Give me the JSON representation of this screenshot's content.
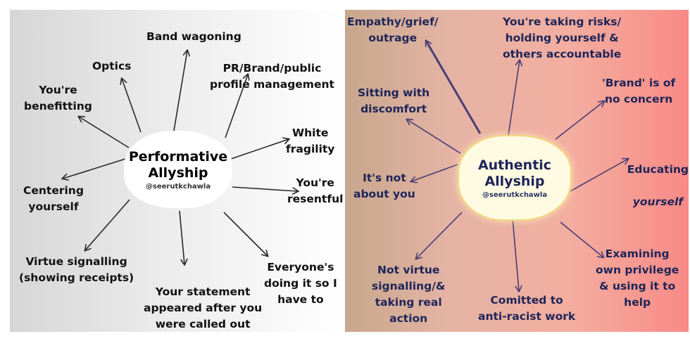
{
  "colors": {
    "left_arrow": "#2a2a2a",
    "right_arrow": "#4a3d75",
    "right_text": "#1e2559",
    "left_text": "#111111"
  },
  "left": {
    "hub_title_line1": "Performative",
    "hub_title_line2": "Allyship",
    "handle": "@seerutkchawla",
    "labels": {
      "band_wagoning": "Band wagoning",
      "optics": "Optics",
      "pr_brand": "PR/Brand/public\nprofile management",
      "benefitting": "You're\nbenefitting",
      "white_fragility": "White\nfragility",
      "resentful": "You're\nresentful",
      "centering": "Centering\nyourself",
      "virtue_signalling": "Virtue signalling\n(showing receipts)",
      "statement": "Your statement\nappeared after you\nwere called out",
      "everyone": "Everyone's\ndoing it so I\nhave to"
    }
  },
  "right": {
    "hub_title_line1": "Authentic",
    "hub_title_line2": "Allyship",
    "handle": "@seerutkchawla",
    "labels": {
      "empathy": "Empathy/grief/\noutrage",
      "risks": "You're taking risks/\nholding yourself &\nothers accountable",
      "brand_no_concern": "'Brand' is of\nno concern",
      "sitting": "Sitting with\ndiscomfort",
      "educating_line1": "Educating",
      "educating_line2": "yourself",
      "not_about_you": "It's not\nabout you",
      "not_virtue": "Not virtue\nsignalling/&\ntaking real\naction",
      "committed": "Comitted to\nanti-racist work",
      "examining": "Examining\nown privilege\n& using it to\nhelp"
    }
  }
}
